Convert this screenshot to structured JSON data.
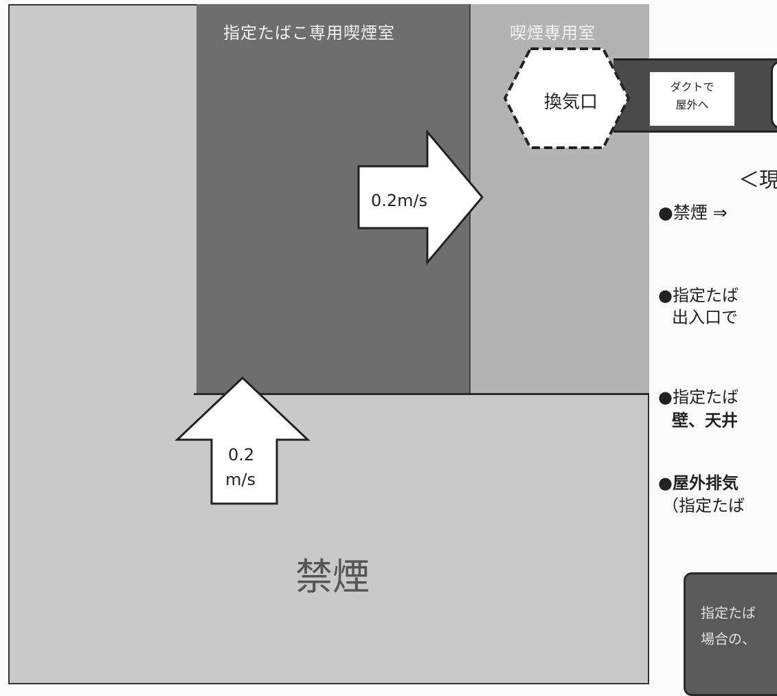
{
  "diagram": {
    "room_label": "指定たばこ専用喫煙室",
    "smoking_room_label": "喫煙専用室",
    "no_smoking_label": "禁煙",
    "vent_label": "換気口",
    "duct_label_line1": "ダクトで",
    "duct_label_line2": "屋外へ",
    "arrow_right_speed": "0.2m/s",
    "arrow_up_speed_line1": "0.2",
    "arrow_up_speed_line2": "m/s"
  },
  "side_text": {
    "title": "＜現",
    "item1": "●禁煙 ⇒",
    "item2_line1": "●指定たば",
    "item2_line2": "出入口で",
    "item3_line1": "●指定たば",
    "item3_line2": "壁、天井",
    "item4_line1": "●屋外排気",
    "item4_line2": "（指定たば",
    "note_line1": "指定たば",
    "note_line2": "場合の、"
  },
  "colors": {
    "no_smoking_area": "#c9c9c9",
    "designated_room": "#6e6e6e",
    "smoking_only_room": "#b3b3b3",
    "duct": "#4a4a4a"
  }
}
